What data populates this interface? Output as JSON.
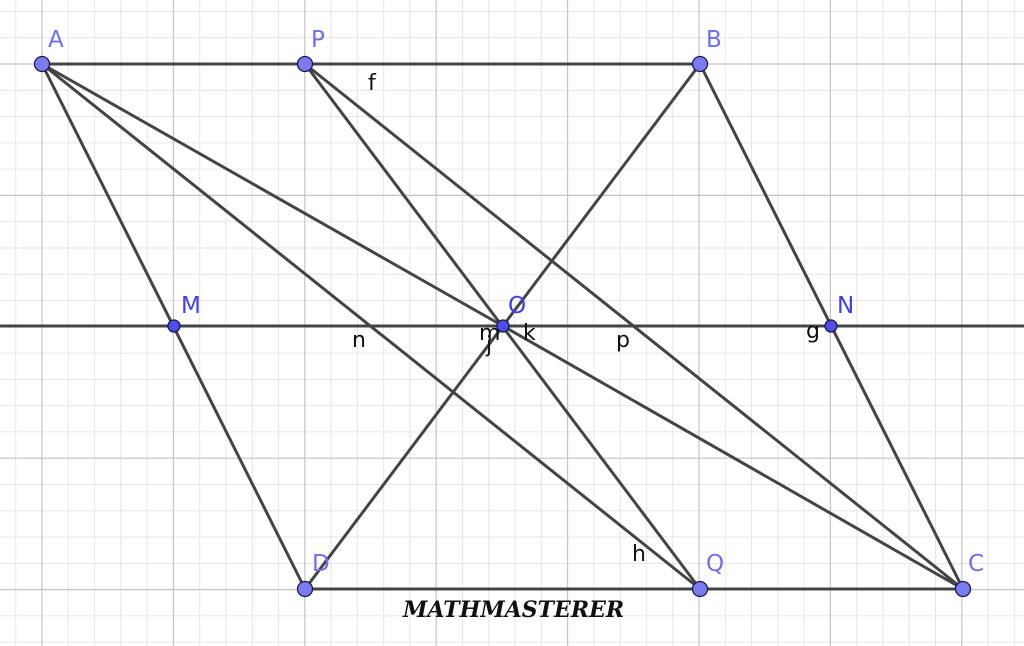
{
  "diagram": {
    "colors": {
      "background": "#ffffff",
      "grid_minor": "#e6e6e6",
      "grid_major": "#c4c4c8",
      "segment": "#444444",
      "point_fill": "#4d4df2",
      "point_fill_light": "#7b7bf0",
      "point_stroke": "#1a1a4d",
      "point_label": "#3f3ff2",
      "point_label_light": "#6e6ef0",
      "segment_label": "#111111"
    },
    "points": [
      {
        "id": "A",
        "label": "A",
        "style": "light"
      },
      {
        "id": "P",
        "label": "P",
        "style": "light"
      },
      {
        "id": "B",
        "label": "B",
        "style": "light"
      },
      {
        "id": "M",
        "label": "M",
        "style": "dark"
      },
      {
        "id": "O",
        "label": "O",
        "style": "dark"
      },
      {
        "id": "N",
        "label": "N",
        "style": "dark"
      },
      {
        "id": "D",
        "label": "D",
        "style": "light"
      },
      {
        "id": "Q",
        "label": "Q",
        "style": "light"
      },
      {
        "id": "C",
        "label": "C",
        "style": "light"
      }
    ],
    "segments": [
      {
        "from": "A",
        "to": "B"
      },
      {
        "from": "D",
        "to": "C"
      },
      {
        "from": "A",
        "to": "D"
      },
      {
        "from": "B",
        "to": "C"
      },
      {
        "from": "A",
        "to": "O"
      },
      {
        "from": "O",
        "to": "C"
      },
      {
        "from": "A",
        "to": "Q"
      },
      {
        "from": "P",
        "to": "C"
      },
      {
        "from": "P",
        "to": "Q"
      },
      {
        "from": "B",
        "to": "D"
      }
    ],
    "segment_labels": [
      "f",
      "n",
      "m",
      "j",
      "k",
      "p",
      "g",
      "h"
    ],
    "watermark": "MATHMASTERER"
  }
}
